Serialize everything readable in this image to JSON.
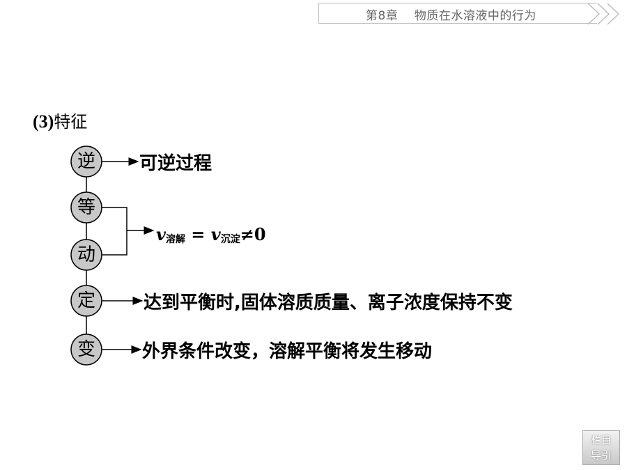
{
  "header": {
    "chapter_title": "第8章    物质在水溶液中的行为"
  },
  "section": {
    "number": "(3)",
    "title": "特征"
  },
  "features": [
    {
      "char": "逆",
      "description": "可逆过程"
    },
    {
      "char": "等",
      "description": ""
    },
    {
      "char": "动",
      "description": ""
    },
    {
      "char": "定",
      "description": "达到平衡时,固体溶质质量、离子浓度保持不变"
    },
    {
      "char": "变",
      "description": "外界条件改变，溶解平衡将发生移动"
    }
  ],
  "formula": {
    "v1": "v",
    "sub1": "溶解",
    "eq": " = ",
    "v2": "v",
    "sub2": "沉淀",
    "rel": "≠0"
  },
  "nav": {
    "line1": "栏目",
    "line2": "导引"
  },
  "colors": {
    "circle_fill": "#c8c8c8",
    "header_text": "#666666"
  }
}
